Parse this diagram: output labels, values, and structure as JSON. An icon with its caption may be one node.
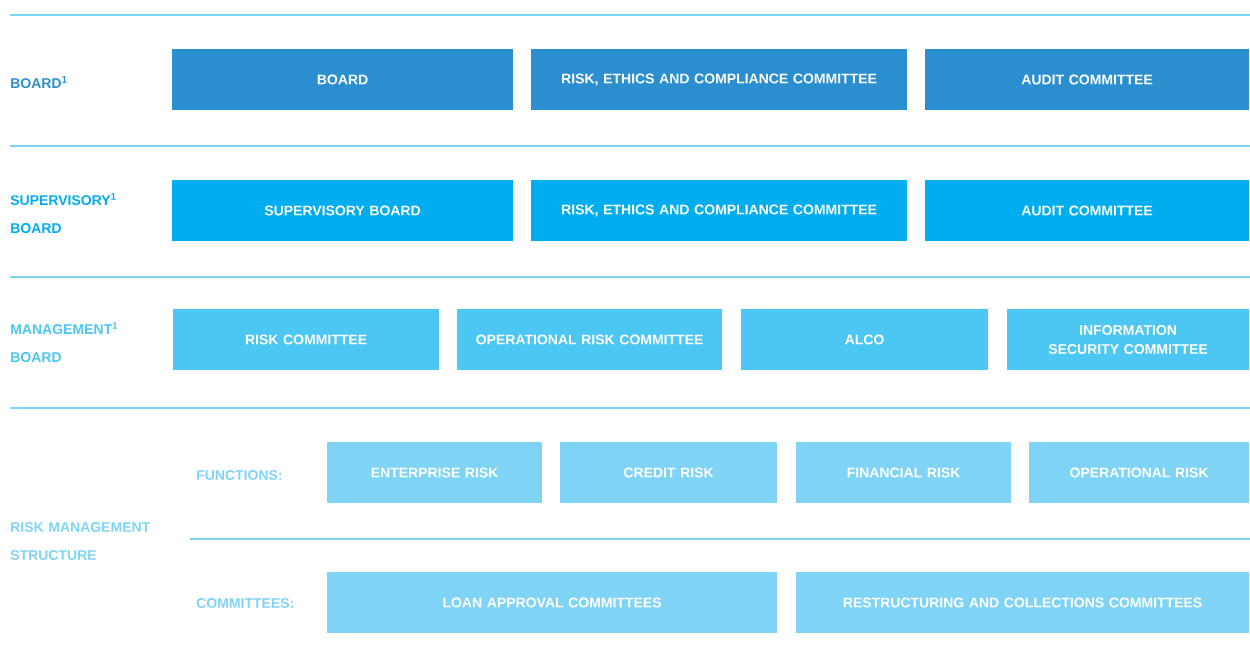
{
  "diagram": {
    "nodes": [
      {
        "text": [
          "BOARD"
        ]
      },
      {
        "text": [
          "RISK, ETHICS AND COMPLIANCE COMMITTEE"
        ]
      },
      {
        "text": [
          "AUDIT COMMITTEE"
        ]
      },
      {
        "text": [
          "SUPERVISORY BOARD"
        ]
      },
      {
        "text": [
          "RISK, ETHICS AND COMPLIANCE COMMITTEE"
        ]
      },
      {
        "text": [
          "AUDIT COMMITTEE"
        ]
      },
      {
        "text": [
          "RISK COMMITTEE"
        ]
      },
      {
        "text": [
          "OPERATIONAL RISK COMMITTEE"
        ]
      },
      {
        "text": [
          "ALCO"
        ]
      },
      {
        "text": [
          "INFORMATION SECURITY COMMITTEE"
        ]
      },
      {
        "text": [
          "ENTERPRISE RISK"
        ]
      },
      {
        "text": [
          "CREDIT RISK"
        ]
      },
      {
        "text": [
          "FINANCIAL RISK"
        ]
      },
      {
        "text": [
          "OPERATIONAL RISK"
        ]
      },
      {
        "text": [
          "LOAN APPROVAL COMMITTEES"
        ]
      },
      {
        "text": [
          "RESTRUCTURING AND COLLECTIONS COMMITTEES"
        ]
      }
    ],
    "labels": [
      "BOARD$^{1}$",
      "SUPERVISORY$^{1}$ BOARD",
      "MANAGEMENT$^{1}$ BOARD",
      "FUNCTIONS:",
      "RISK MANAGEMENT STRUCTURE",
      "COMMITTEES:"
    ]
  }
}
